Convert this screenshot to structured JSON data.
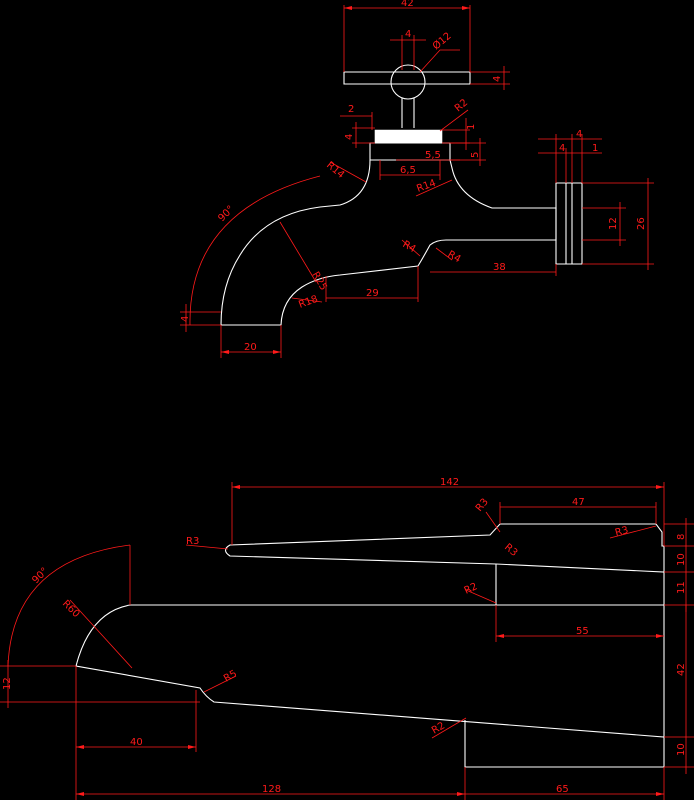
{
  "top_view": {
    "dimensions": {
      "handle_width": "42",
      "stem_width": "4",
      "knob_diameter": "Ø12",
      "handle_thickness": "4",
      "gap_2": "2",
      "radius_r2": "R2",
      "left_4": "4",
      "right_1": "1",
      "nut_5_5": "5,5",
      "nut_6_5": "6,5",
      "right_5": "5",
      "neck_r14_left": "R14",
      "neck_r14_right": "R14",
      "flange_4": "4",
      "flange_4b": "4",
      "flange_1": "1",
      "angle_90": "90°",
      "flange_12": "12",
      "flange_26": "26",
      "radius_r4_left": "R4",
      "radius_r4_right": "R4",
      "length_38": "38",
      "radius_r25": "R25",
      "radius_r18": "R18",
      "length_29": "29",
      "left_4_bottom": "4",
      "outlet_20": "20"
    }
  },
  "side_view": {
    "dimensions": {
      "total_142": "142",
      "top_47": "47",
      "radius_r3_a": "R3",
      "radius_r3_b": "R3",
      "radius_r3_c": "R3",
      "radius_r3_left": "R3",
      "right_8": "8",
      "right_10a": "10",
      "right_11": "11",
      "radius_r2_mid": "R2",
      "length_55": "55",
      "angle_90": "90°",
      "radius_r60": "R60",
      "right_42": "42",
      "radius_r5": "R5",
      "left_12": "12",
      "length_40": "40",
      "radius_r2_low": "R2",
      "right_10b": "10",
      "length_128": "128",
      "length_65": "65"
    }
  },
  "colors": {
    "background": "#000000",
    "object_lines": "#ffffff",
    "dimension_lines": "#ff1a1a"
  }
}
